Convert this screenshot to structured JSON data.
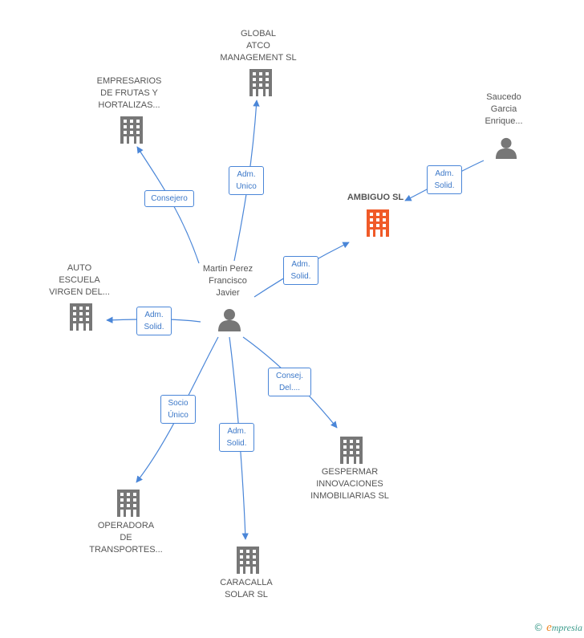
{
  "nodes": {
    "global_atco": {
      "label": "GLOBAL\nATCO\nMANAGEMENT SL",
      "icon": "building-icon",
      "color": "#777777"
    },
    "empresarios": {
      "label": "EMPRESARIOS\nDE FRUTAS Y\nHORTALIZAS...",
      "icon": "building-icon",
      "color": "#777777"
    },
    "saucedo": {
      "label": "Saucedo\nGarcia\nEnrique...",
      "icon": "person-icon",
      "color": "#777777"
    },
    "ambiguo": {
      "label": "AMBIGUO SL",
      "icon": "building-icon",
      "color": "#f05a28"
    },
    "martin": {
      "label": "Martin Perez\nFrancisco\nJavier",
      "icon": "person-icon",
      "color": "#777777"
    },
    "auto_escuela": {
      "label": "AUTO\nESCUELA\nVIRGEN DEL...",
      "icon": "building-icon",
      "color": "#777777"
    },
    "gespermar": {
      "label": "GESPERMAR\nINNOVACIONES\nINMOBILIARIAS SL",
      "icon": "building-icon",
      "color": "#777777"
    },
    "operadora": {
      "label": "OPERADORA\nDE\nTRANSPORTES...",
      "icon": "building-icon",
      "color": "#777777"
    },
    "caracalla": {
      "label": "CARACALLA\nSOLAR SL",
      "icon": "building-icon",
      "color": "#777777"
    }
  },
  "edges": {
    "consejero": "Consejero",
    "adm_unico": "Adm.\nUnico",
    "saucedo_ambiguo": "Adm.\nSolid.",
    "martin_ambiguo": "Adm.\nSolid.",
    "martin_auto": "Adm.\nSolid.",
    "consej_del": "Consej.\nDel....",
    "socio_unico": "Socio\nÚnico",
    "martin_caracalla": "Adm.\nSolid."
  },
  "colors": {
    "edge": "#4a86d8",
    "icon_default": "#777777",
    "icon_focus": "#f05a28"
  },
  "footer": {
    "copyright": "©",
    "brand_initial": "e",
    "brand_rest": "mpresia"
  }
}
